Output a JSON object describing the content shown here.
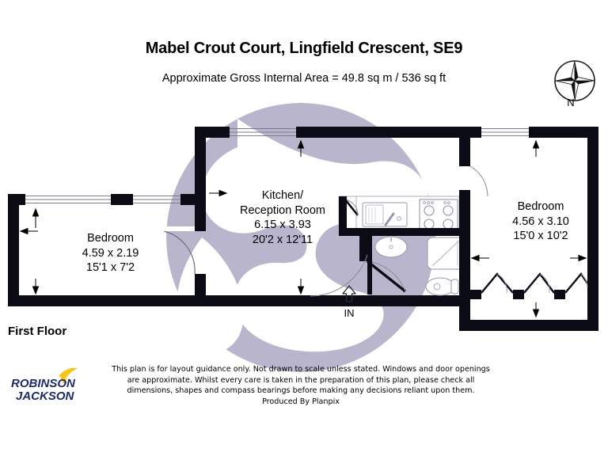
{
  "header": {
    "title": "Mabel Crout Court, Lingfield Crescent, SE9",
    "subtitle": "Approximate Gross Internal Area = 49.8 sq m / 536 sq ft"
  },
  "compass": {
    "icon": "compass-rose-icon",
    "north_label": "N"
  },
  "floor": {
    "caption": "First Floor"
  },
  "rooms": [
    {
      "id": "kitchen-reception",
      "name": "Kitchen/",
      "name2": "Reception Room",
      "dim_metric": "6.15 x 3.93",
      "dim_imperial": "20'2 x 12'11"
    },
    {
      "id": "bedroom-left",
      "name": "Bedroom",
      "dim_metric": "4.59 x 2.19",
      "dim_imperial": "15'1 x 7'2"
    },
    {
      "id": "bedroom-right",
      "name": "Bedroom",
      "dim_metric": "4.56 x 3.10",
      "dim_imperial": "15'0 x 10'2"
    }
  ],
  "entrance": {
    "label": "IN",
    "icon": "up-arrow-icon"
  },
  "brand": {
    "line1": "ROBINSON",
    "line2": "JACKSON",
    "navy": "#1b2a6b",
    "gold": "#f5c518"
  },
  "disclaimer": {
    "line1": "This plan is for layout guidance only. Not drawn to scale unless stated. Windows and door openings",
    "line2": "are approximate. Whilst every care is taken in the preparation of this plan, please check all",
    "line3": "dimensions, shapes and compass bearings before making any decisions reliant upon them.",
    "line4": "Produced By Planpix"
  },
  "colors": {
    "wall": "#0b0b16",
    "watermark": "#b8b5cc",
    "fixture_stroke": "#9a97ad",
    "background": "#ffffff"
  }
}
